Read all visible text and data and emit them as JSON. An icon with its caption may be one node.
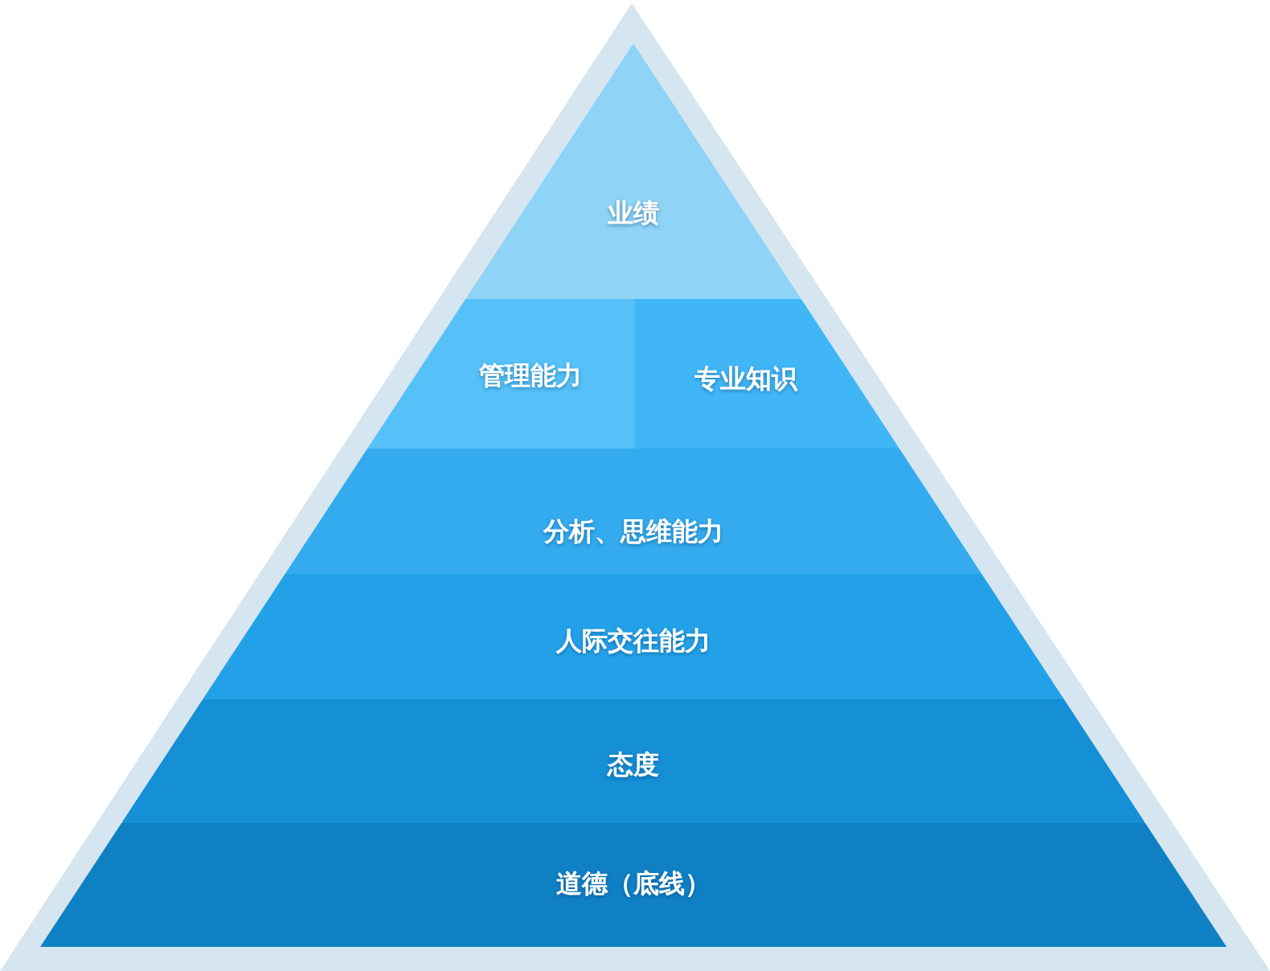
{
  "diagram": {
    "nodes": [
      {
        "text": [
          "业绩"
        ]
      },
      {
        "text": [
          "管理能力"
        ]
      },
      {
        "text": [
          "专业知识"
        ]
      },
      {
        "text": [
          "分析、思维能力"
        ]
      },
      {
        "text": [
          "人际交往能力"
        ]
      },
      {
        "text": [
          "态度"
        ]
      },
      {
        "text": [
          "道德（底线）"
        ]
      }
    ]
  }
}
